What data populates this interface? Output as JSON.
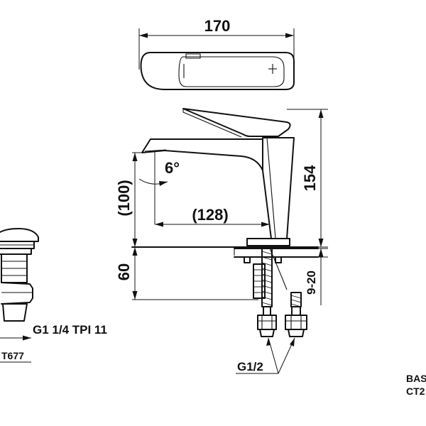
{
  "dimensions": {
    "width_top": "170",
    "height_total": "154",
    "spout_reach": "(128)",
    "spout_height": "(100)",
    "deck_depth": "60",
    "deck_thickness": "9-20",
    "angle": "6°"
  },
  "labels": {
    "inlet_thread": "G1/2",
    "waste_thread": "G1 1/4 TPI 11",
    "waste_model": "T677",
    "title_line1": "BASI",
    "title_line2": "CT2"
  }
}
